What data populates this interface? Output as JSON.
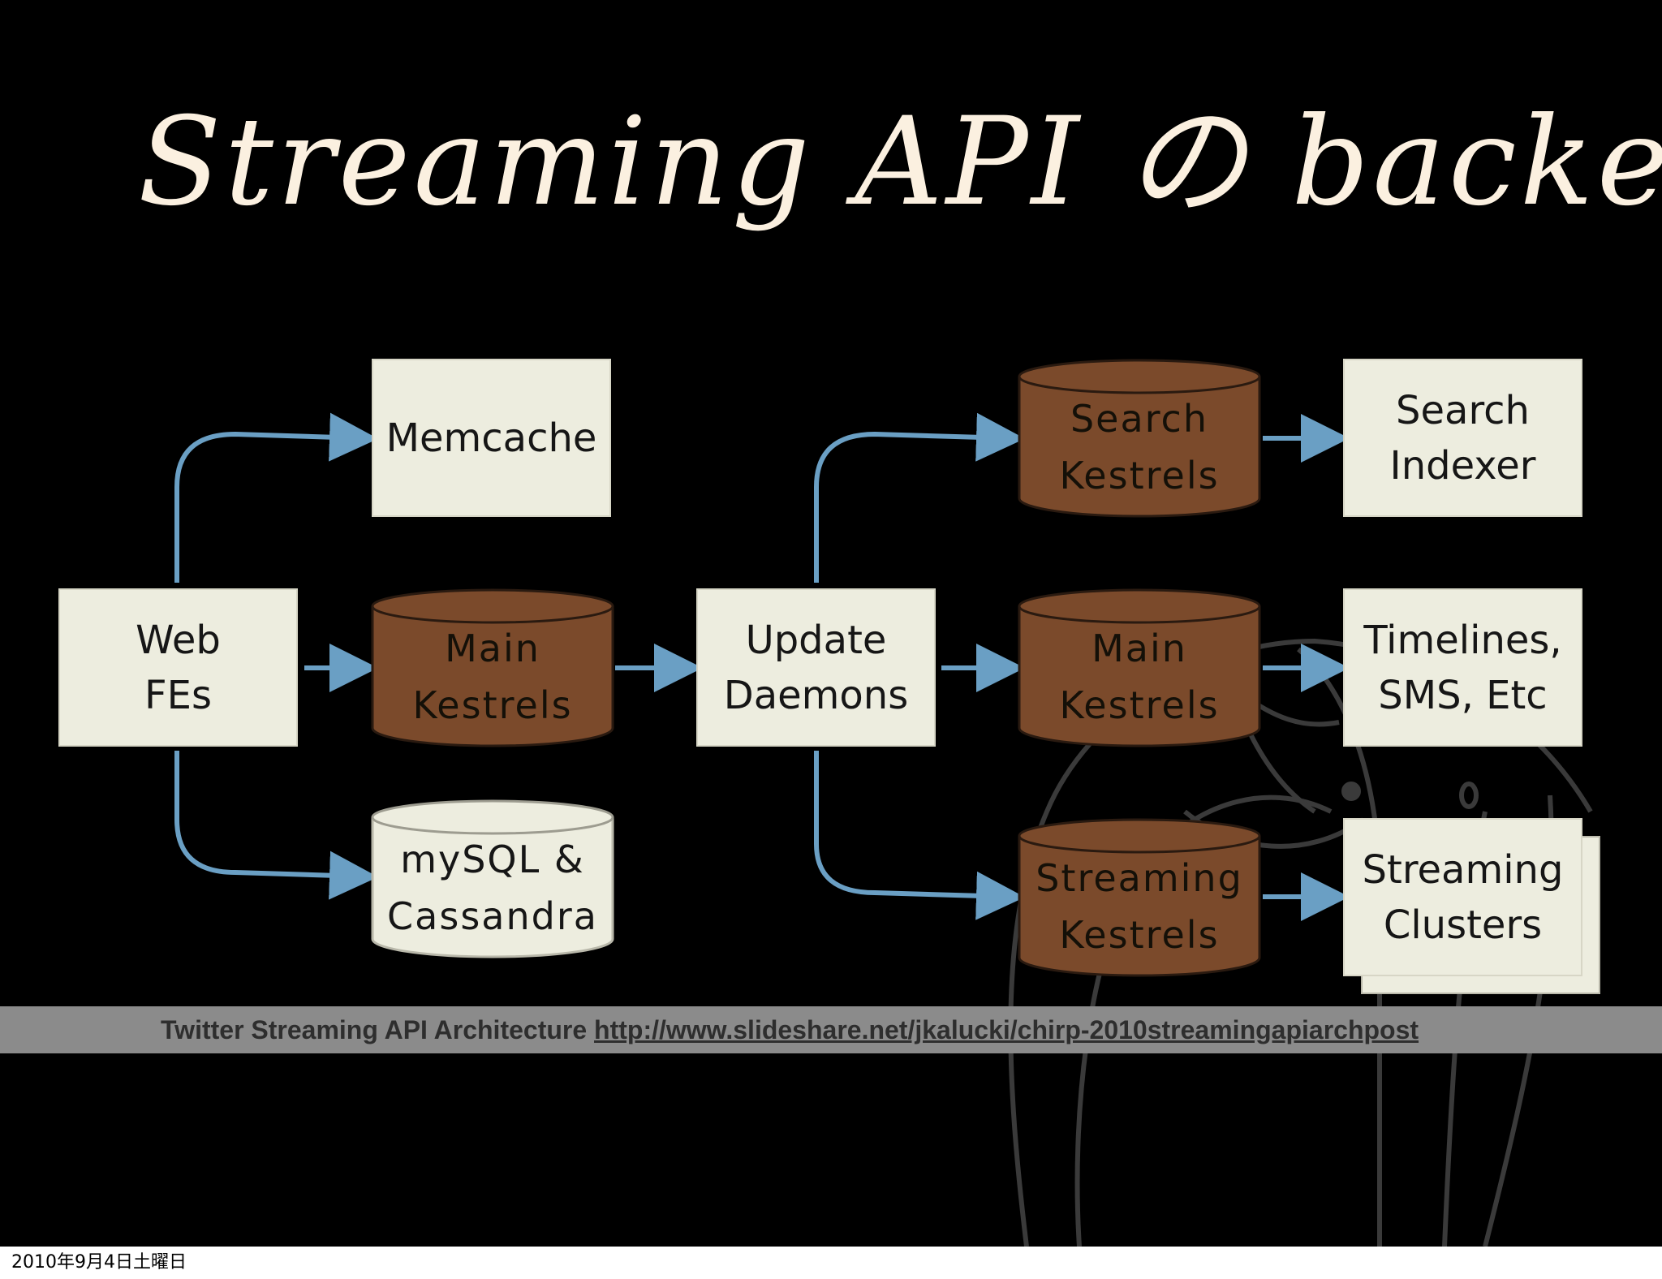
{
  "slide": {
    "title": "Streaming API の backend",
    "caption_text": "Twitter Streaming API Architecture ",
    "caption_link": "http://www.slideshare.net/jkalucki/chirp-2010streamingapiarchpost"
  },
  "footer": {
    "date": "2010年9月4日土曜日"
  },
  "colors": {
    "background": "#000000",
    "box_fill": "#ededdf",
    "kestrel_fill": "#7b4a2b",
    "arrow": "#6a9fc4",
    "title": "#fbf0e0",
    "caption_bar": "#8b8b8b"
  },
  "diagram": {
    "nodes": {
      "web_fes": "Web\nFEs",
      "memcache": "Memcache",
      "main_kestrels_left": "Main\nKestrels",
      "mysql_cassandra": "mySQL &\nCassandra",
      "update_daemons": "Update\nDaemons",
      "search_kestrels": "Search\nKestrels",
      "main_kestrels_right": "Main\nKestrels",
      "streaming_kestrels": "Streaming\nKestrels",
      "search_indexer": "Search\nIndexer",
      "timelines_sms": "Timelines,\nSMS, Etc",
      "streaming_clusters": "Streaming\nClusters"
    }
  }
}
